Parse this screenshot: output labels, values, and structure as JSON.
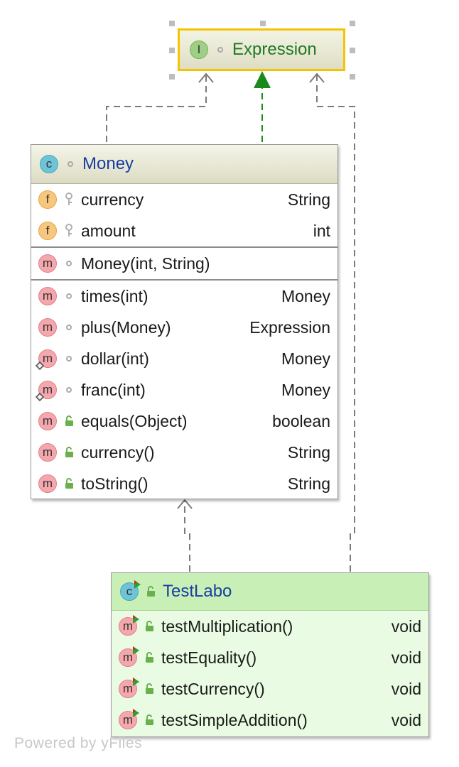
{
  "expression": {
    "kind_letter": "I",
    "title": "Expression"
  },
  "money": {
    "kind_letter": "c",
    "title": "Money",
    "fields": [
      {
        "badge": "f",
        "name": "currency",
        "type": "String"
      },
      {
        "badge": "f",
        "name": "amount",
        "type": "int"
      }
    ],
    "constructors": [
      {
        "badge": "m",
        "name": "Money(int, String)",
        "type": ""
      }
    ],
    "methods": [
      {
        "badge": "m",
        "name": "times(int)",
        "type": "Money"
      },
      {
        "badge": "m",
        "name": "plus(Money)",
        "type": "Expression"
      },
      {
        "badge": "m",
        "name": "dollar(int)",
        "type": "Money"
      },
      {
        "badge": "m",
        "name": "franc(int)",
        "type": "Money"
      },
      {
        "badge": "m",
        "name": "equals(Object)",
        "type": "boolean"
      },
      {
        "badge": "m",
        "name": "currency()",
        "type": "String"
      },
      {
        "badge": "m",
        "name": "toString()",
        "type": "String"
      }
    ]
  },
  "testlabo": {
    "kind_letter": "c",
    "title": "TestLabo",
    "methods": [
      {
        "badge": "m",
        "name": "testMultiplication()",
        "type": "void"
      },
      {
        "badge": "m",
        "name": "testEquality()",
        "type": "void"
      },
      {
        "badge": "m",
        "name": "testCurrency()",
        "type": "void"
      },
      {
        "badge": "m",
        "name": "testSimpleAddition()",
        "type": "void"
      }
    ]
  },
  "footer": {
    "watermark": "Powered by yFiles"
  },
  "colors": {
    "selection_border": "#f5c400",
    "implements_arrow": "#1a8a1a",
    "test_header_bg": "#c8f0b6",
    "test_body_bg": "#eafbe3"
  },
  "icons": [
    "interface-icon",
    "class-icon",
    "field-icon",
    "method-icon",
    "package-visibility-icon",
    "final-lock-icon",
    "public-lock-icon",
    "static-icon",
    "test-run-icon"
  ]
}
